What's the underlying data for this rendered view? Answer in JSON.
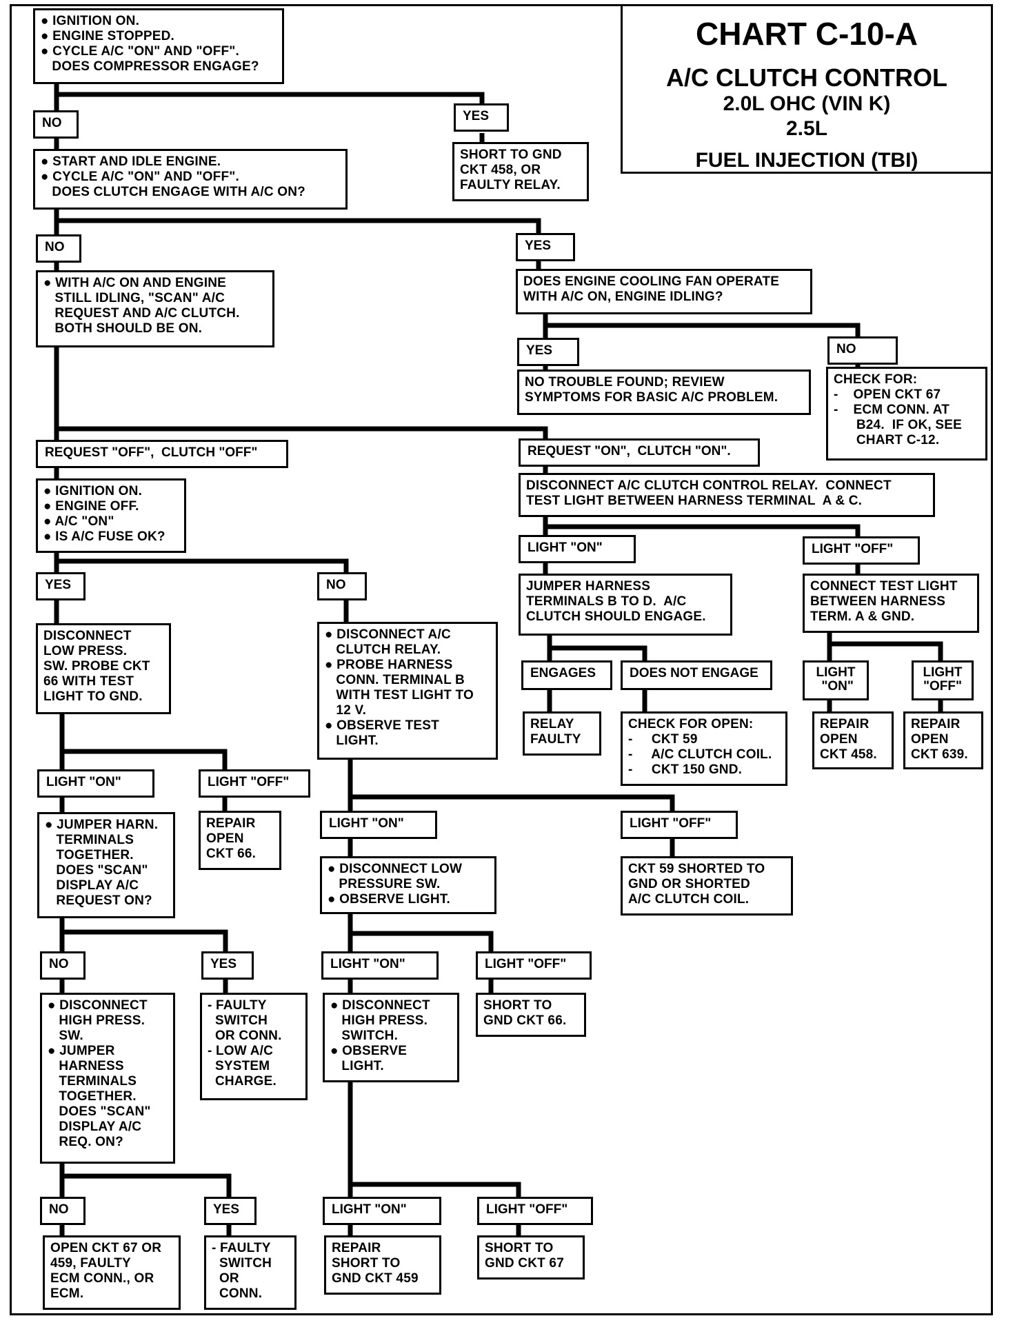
{
  "title": {
    "main": "CHART C-10-A",
    "sub": "A/C CLUTCH CONTROL",
    "line2": "2.0L OHC (VIN K)",
    "line3": "2.5L",
    "line4": "FUEL INJECTION  (TBI)"
  },
  "nodes": {
    "start": "● IGNITION ON.\n● ENGINE STOPPED.\n● CYCLE A/C \"ON\" AND \"OFF\".\n   DOES COMPRESSOR ENGAGE?",
    "no_1": "NO",
    "yes_1": "YES",
    "short_458": "SHORT TO GND\nCKT 458, OR\nFAULTY RELAY.",
    "start_idle": "● START AND IDLE ENGINE.\n● CYCLE A/C \"ON\" AND \"OFF\".\n   DOES CLUTCH ENGAGE WITH A/C ON?",
    "no_2": "NO",
    "yes_2": "YES",
    "scan_check": "● WITH A/C ON AND ENGINE\n   STILL IDLING, \"SCAN\" A/C\n   REQUEST AND A/C CLUTCH.\n   BOTH SHOULD BE ON.",
    "fan_question": "DOES ENGINE COOLING FAN OPERATE\nWITH A/C ON, ENGINE IDLING?",
    "yes_fan": "YES",
    "no_fan": "NO",
    "no_trouble": "NO TROUBLE FOUND; REVIEW\nSYMPTOMS FOR BASIC A/C PROBLEM.",
    "check_for_67": "CHECK FOR:\n-    OPEN CKT 67\n-    ECM CONN. AT\n      B24.  IF OK, SEE\n      CHART C-12.",
    "req_off": "REQUEST \"OFF\",  CLUTCH \"OFF\"",
    "req_on": "REQUEST \"ON\",  CLUTCH \"ON\".",
    "ign_on_fuse": "● IGNITION ON.\n● ENGINE OFF.\n● A/C \"ON\"\n● IS A/C FUSE OK?",
    "disconnect_relay_test": "DISCONNECT A/C CLUTCH CONTROL RELAY.  CONNECT\nTEST LIGHT BETWEEN HARNESS TERMINAL  A & C.",
    "light_on_a": "LIGHT \"ON\"",
    "light_off_a": "LIGHT \"OFF\"",
    "jumper_bd": "JUMPER HARNESS\nTERMINALS B TO D.  A/C\nCLUTCH SHOULD ENGAGE.",
    "connect_test_gnd": "CONNECT TEST LIGHT\nBETWEEN HARNESS\nTERM. A & GND.",
    "engages": "ENGAGES",
    "not_engage": "DOES NOT ENGAGE",
    "light_on_b": "LIGHT\n \"ON\"",
    "light_off_b": "LIGHT\n\"OFF\"",
    "relay_faulty": "RELAY\nFAULTY",
    "check_open": "CHECK FOR OPEN:\n-     CKT 59\n-     A/C CLUTCH COIL.\n-     CKT 150 GND.",
    "repair_458": "REPAIR\nOPEN\nCKT 458.",
    "repair_639": "REPAIR\nOPEN\nCKT 639.",
    "yes_fuse": "YES",
    "no_fuse": "NO",
    "disc_low_sw": "DISCONNECT\nLOW PRESS.\nSW. PROBE CKT\n66 WITH TEST\nLIGHT TO GND.",
    "disc_relay_probe": "● DISCONNECT A/C\n   CLUTCH RELAY.\n● PROBE HARNESS\n   CONN. TERMINAL B\n   WITH TEST LIGHT TO\n   12 V.\n● OBSERVE TEST\n   LIGHT.",
    "light_on_c": "LIGHT \"ON\"",
    "light_off_c": "LIGHT \"OFF\"",
    "jumper_harn": "● JUMPER HARN.\n   TERMINALS\n   TOGETHER.\n   DOES \"SCAN\"\n   DISPLAY A/C\n   REQUEST ON?",
    "repair_66": "REPAIR\nOPEN\nCKT 66.",
    "light_on_d": "LIGHT \"ON\"",
    "light_off_d": "LIGHT \"OFF\"",
    "disc_low_obs": "● DISCONNECT LOW\n   PRESSURE SW.\n● OBSERVE LIGHT.",
    "ckt59_shorted": "CKT 59 SHORTED TO\nGND OR SHORTED\nA/C CLUTCH COIL.",
    "no_scan": "NO",
    "yes_scan": "YES",
    "faulty_sw_charge": "- FAULTY\n  SWITCH\n  OR CONN.\n- LOW A/C\n  SYSTEM\n  CHARGE.",
    "light_on_e": "LIGHT \"ON\"",
    "light_off_e": "LIGHT \"OFF\"",
    "disc_high_jumper": "● DISCONNECT\n   HIGH PRESS.\n   SW.\n● JUMPER\n   HARNESS\n   TERMINALS\n   TOGETHER.\n   DOES \"SCAN\"\n   DISPLAY A/C\n   REQ. ON?",
    "disc_high_obs": "● DISCONNECT\n   HIGH PRESS.\n   SWITCH.\n● OBSERVE\n   LIGHT.",
    "short_66": "SHORT TO\nGND CKT 66.",
    "no_high": "NO",
    "yes_high": "YES",
    "light_on_f": "LIGHT \"ON\"",
    "light_off_f": "LIGHT \"OFF\"",
    "open_67_459": "OPEN CKT 67 OR\n459, FAULTY\nECM CONN., OR\nECM.",
    "faulty_sw_conn": "- FAULTY\n  SWITCH\n  OR\n  CONN.",
    "repair_short_459": "REPAIR\nSHORT TO\nGND CKT 459",
    "short_67": "SHORT TO\nGND CKT 67"
  }
}
